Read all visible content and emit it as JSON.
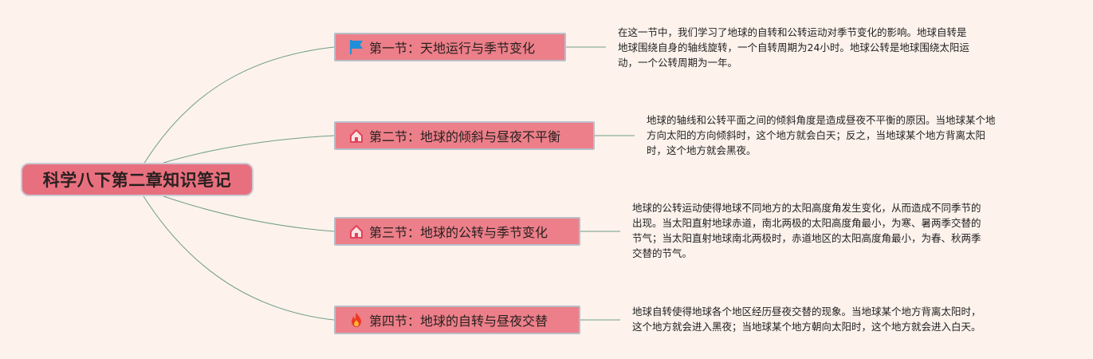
{
  "root": {
    "label": "科学八下第二章知识笔记"
  },
  "colors": {
    "background": "#fdf2ec",
    "root_fill": "#e8707e",
    "topic_fill": "#ec7f89",
    "connector": "#6f9e86",
    "flag_icon": "#1e8fd9",
    "house_icon": "#e0445a",
    "fire_icon": "#ec3a22"
  },
  "topics": [
    {
      "label": "第一节：天地运行与季节变化",
      "icon": "flag-icon",
      "note_lines": [
        "在这一节中，我们学习了地球的自转和公转运动对季节变化的影响。地球自转是",
        "地球围绕自身的轴线旋转，一个自转周期为24小时。地球公转是地球围绕太阳运",
        "动，一个公转周期为一年。"
      ]
    },
    {
      "label": "第二节：地球的倾斜与昼夜不平衡",
      "icon": "house-icon",
      "note_lines": [
        "地球的轴线和公转平面之间的倾斜角度是造成昼夜不平衡的原因。当地球某个地",
        "方向太阳的方向倾斜时，这个地方就会白天；反之，当地球某个地方背离太阳",
        "时，这个地方就会黑夜。"
      ]
    },
    {
      "label": "第三节：地球的公转与季节变化",
      "icon": "house-icon",
      "note_lines": [
        "地球的公转运动使得地球不同地方的太阳高度角发生变化，从而造成不同季节的",
        "出现。当太阳直射地球赤道，南北两极的太阳高度角最小，为寒、暑两季交替的",
        "节气；当太阳直射地球南北两极时，赤道地区的太阳高度角最小，为春、秋两季",
        "交替的节气。"
      ]
    },
    {
      "label": "第四节：地球的自转与昼夜交替",
      "icon": "fire-icon",
      "note_lines": [
        "地球自转使得地球各个地区经历昼夜交替的现象。当地球某个地方背离太阳时，",
        "这个地方就会进入黑夜；当地球某个地方朝向太阳时，这个地方就会进入白天。"
      ]
    }
  ]
}
